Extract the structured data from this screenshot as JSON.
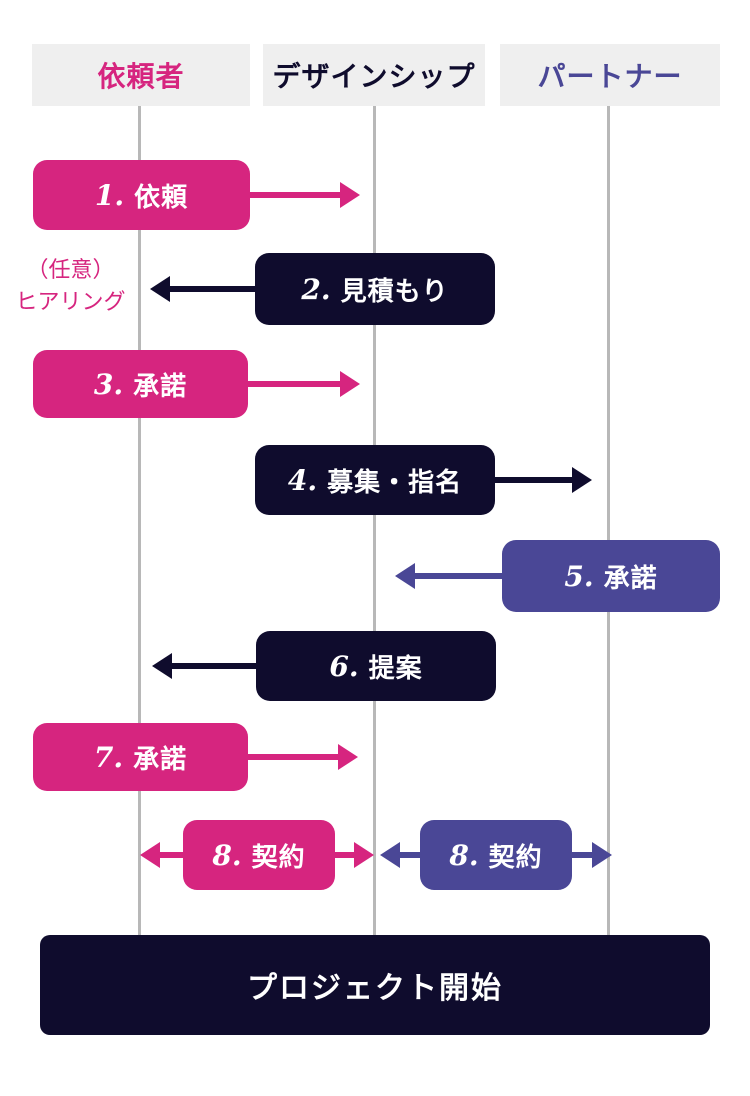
{
  "actors": {
    "client": {
      "label": "依頼者",
      "color": "#D6257F"
    },
    "designship": {
      "label": "デザインシップ",
      "color": "#0F0C2D"
    },
    "partner": {
      "label": "パートナー",
      "color": "#4A4796"
    }
  },
  "steps": {
    "s1": {
      "num": "1.",
      "label": "依頼",
      "actor": "client",
      "arrow": "to-designship"
    },
    "s2": {
      "num": "2.",
      "label": "見積もり",
      "actor": "designship",
      "arrow": "to-client"
    },
    "s3": {
      "num": "3.",
      "label": "承諾",
      "actor": "client",
      "arrow": "to-designship"
    },
    "s4": {
      "num": "4.",
      "label": "募集・指名",
      "actor": "designship",
      "arrow": "to-partner"
    },
    "s5": {
      "num": "5.",
      "label": "承諾",
      "actor": "partner",
      "arrow": "to-designship"
    },
    "s6": {
      "num": "6.",
      "label": "提案",
      "actor": "designship",
      "arrow": "to-client"
    },
    "s7": {
      "num": "7.",
      "label": "承諾",
      "actor": "client",
      "arrow": "to-designship"
    },
    "s8a": {
      "num": "8.",
      "label": "契約",
      "actor": "client-designship",
      "arrow": "both"
    },
    "s8b": {
      "num": "8.",
      "label": "契約",
      "actor": "designship-partner",
      "arrow": "both"
    }
  },
  "note": {
    "line1": "（任意）",
    "line2": "ヒアリング"
  },
  "footer": {
    "label": "プロジェクト開始"
  },
  "colors": {
    "pink": "#D6257F",
    "navy": "#0F0C2D",
    "purple": "#4A4796",
    "header_bg": "#EFEFEF",
    "lifeline": "#B8B8B8",
    "background": "#FFFFFF"
  }
}
